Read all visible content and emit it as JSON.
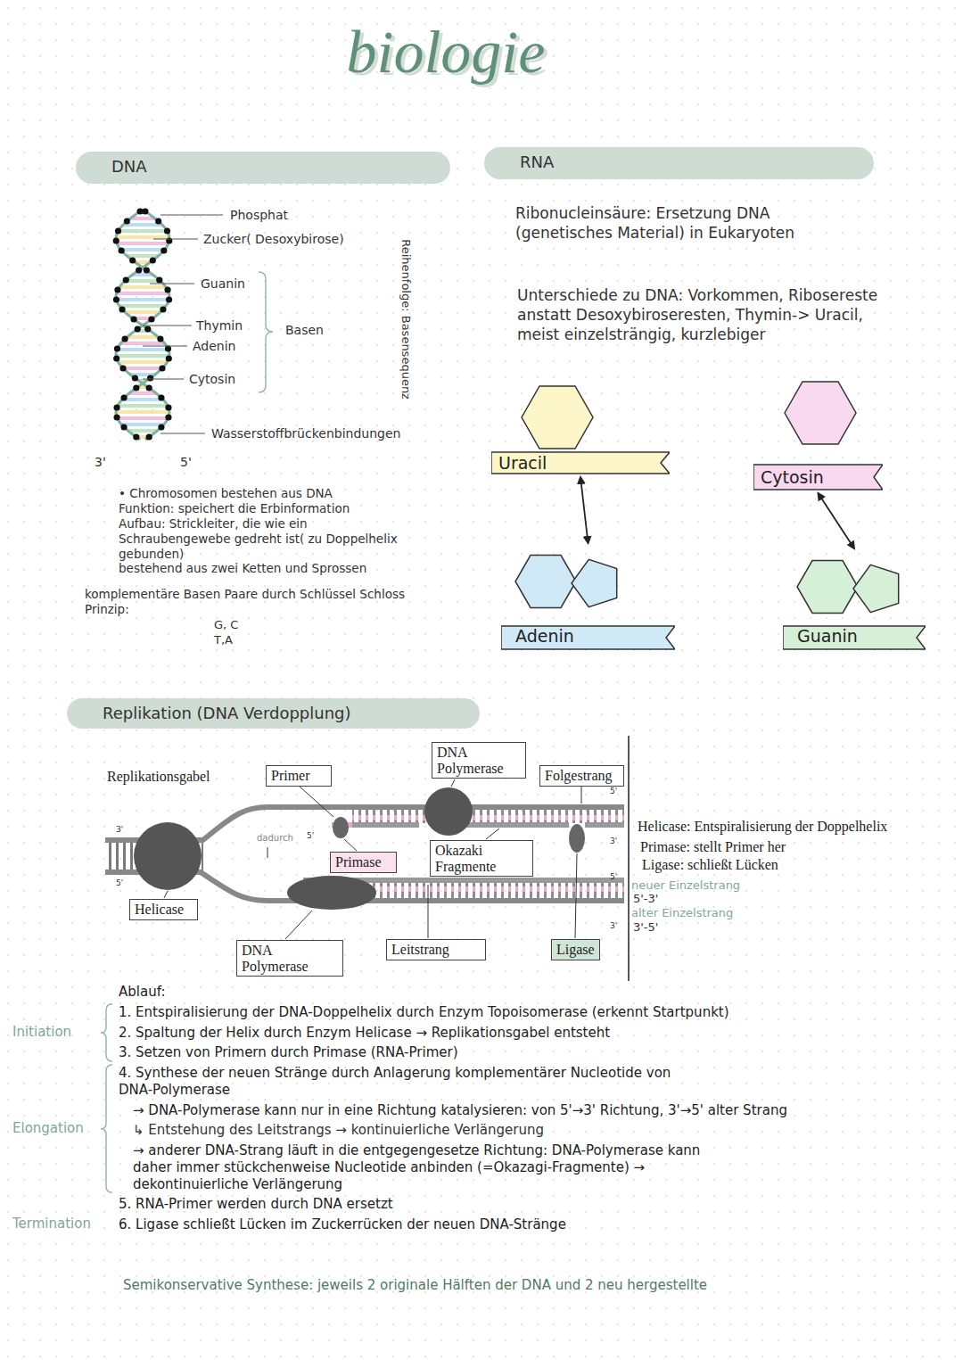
{
  "diagram": {
    "title": "biologie",
    "nodes": [
      {
        "text": [
          "DNA"
        ]
      },
      {
        "text": [
          "RNA"
        ]
      },
      {
        "text": [
          "Uracil"
        ]
      },
      {
        "text": [
          "Adenin"
        ]
      },
      {
        "text": [
          "Cytosin"
        ]
      },
      {
        "text": [
          "Guanin"
        ]
      },
      {
        "text": [
          "Replikation (DNA Verdopplung)"
        ]
      },
      {
        "text": [
          "Primer"
        ]
      },
      {
        "text": [
          "DNA Polymerase"
        ]
      },
      {
        "text": [
          "Folgestrang"
        ]
      },
      {
        "text": [
          "Primase"
        ]
      },
      {
        "text": [
          "Okazaki Fragmente"
        ]
      },
      {
        "text": [
          "Helicase"
        ]
      },
      {
        "text": [
          "DNA Polymerase"
        ]
      },
      {
        "text": [
          "Leitstrang"
        ]
      },
      {
        "text": [
          "Ligase"
        ]
      }
    ],
    "edges": [
      {
        "from": 2,
        "to": 3,
        "arrow": "both"
      },
      {
        "from": 4,
        "to": 5,
        "arrow": "both"
      }
    ],
    "labels": [
      "Phosphat",
      "Zucker( Desoxybirose)",
      "Guanin",
      "Thymin",
      "Adenin",
      "Cytosin",
      "Basen",
      "Wasserstoffbrückenbindungen",
      "3'",
      "5'",
      "Reihenfolge: Basensequenz",
      "• Chromosomen bestehen aus DNA",
      "Funktion: speichert die Erbinformation",
      "Aufbau: Strickleiter, die wie ein Schraubengewebe gedreht ist( zu Doppelhelix gebunden)",
      "bestehend aus zwei Ketten und Sprossen",
      "komplementäre Basen Paare durch Schlüssel Schloss Prinzip:",
      "G, C",
      "T,A",
      "Ribonucleinsäure: Ersetzung DNA (genetisches Material) in Eukaryoten",
      "Unterschiede zu DNA: Vorkommen, Ribosereste anstatt Desoxybiroseresten, Thymin-> Uracil, meist einzelsträngig, kurzlebiger",
      "Replikationsgabel",
      "dadurch",
      "5'",
      "3'",
      "5'",
      "5'",
      "3'",
      "5'",
      "3'",
      "Helicase: Entspiralisierung der Doppelhelix",
      "Primase: stellt Primer her",
      "Ligase: schließt Lücken",
      "neuer Einzelstrang",
      "5'-3'",
      "alter Einzelstrang",
      "3'-5'",
      "Ablauf:",
      "1. Entspiralisierung der DNA-Doppelhelix durch Enzym Topoisomerase (erkennt Startpunkt)",
      "2. Spaltung der Helix durch Enzym Helicase → Replikationsgabel entsteht",
      "3. Setzen von Primern durch Primase (RNA-Primer)",
      "4. Synthese der neuen Stränge durch Anlagerung komplementärer Nucleotide von DNA-Polymerase",
      "→ DNA-Polymerase kann nur in eine Richtung katalysieren: von 5'→3' Richtung, 3'→5' alter Strang",
      "↳ Entstehung des Leitstrangs → kontinuierliche Verlängerung",
      "→ anderer DNA-Strang läuft in die entgegengesetze Richtung: DNA-Polymerase kann daher immer stückchenweise Nucleotide anbinden (=Okazagi-Fragmente) → dekontinuierliche Verlängerung",
      "5. RNA-Primer werden durch DNA ersetzt",
      "6. Ligase schließt Lücken im Zuckerrücken der neuen DNA-Stränge",
      "Initiation",
      "Elongation",
      "Termination",
      "Semikonservative Synthese: jeweils 2 originale Hälften der DNA und 2 neu hergestellte"
    ]
  }
}
